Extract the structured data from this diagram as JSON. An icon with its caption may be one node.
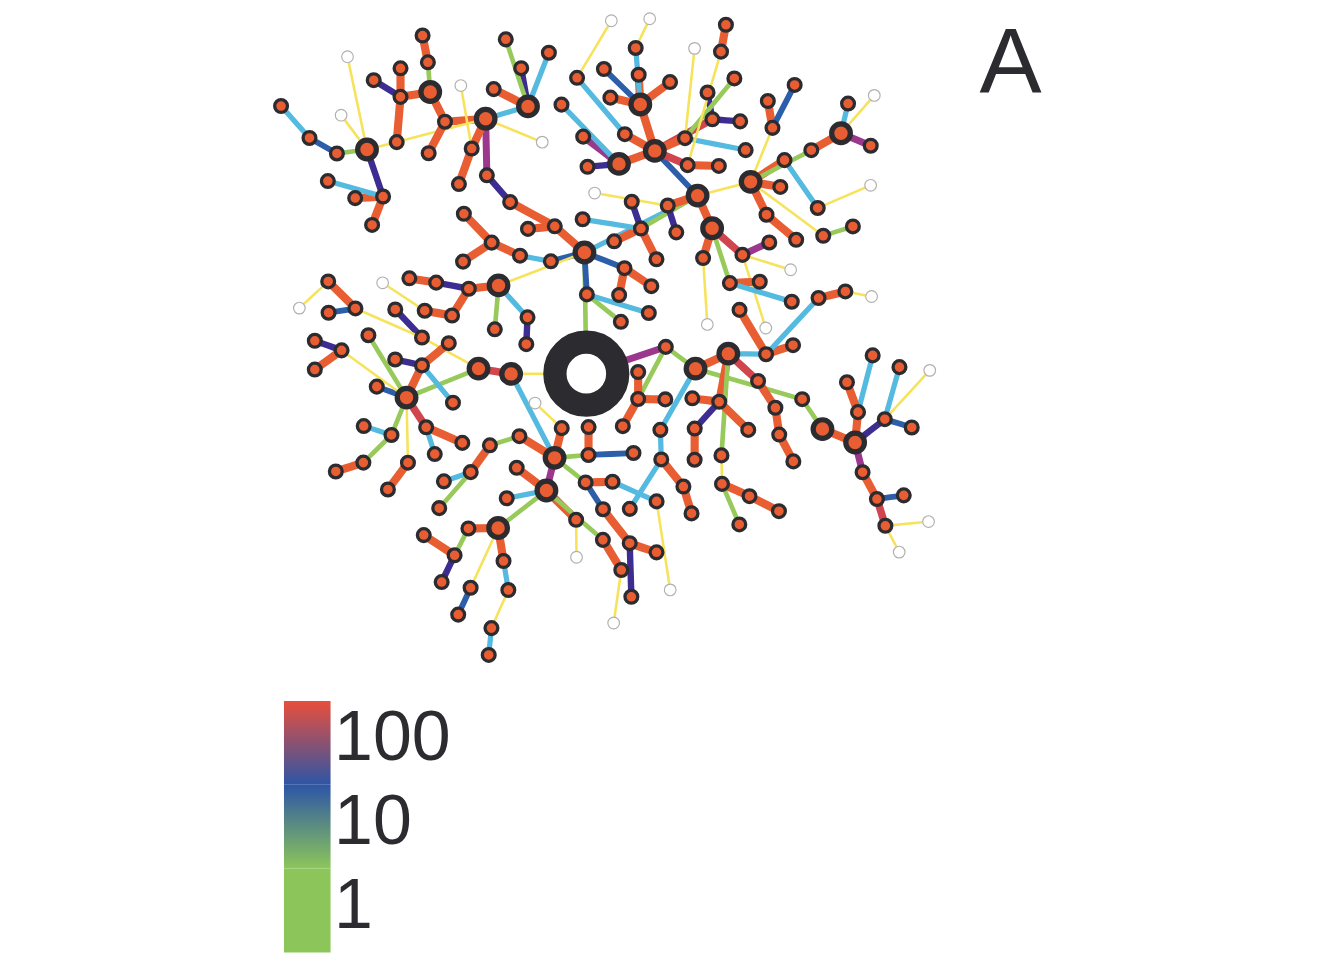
{
  "diagram": {
    "nodes": [
      {
        "text": [],
        "shape": "circle"
      },
      {
        "text": [],
        "shape": "circle"
      },
      {
        "text": [],
        "shape": "circle"
      },
      {
        "text": [],
        "shape": "circle"
      },
      {
        "text": [],
        "shape": "circle"
      },
      {
        "text": [],
        "shape": "circle"
      },
      {
        "text": [],
        "shape": "circle"
      },
      {
        "text": [],
        "shape": "circle"
      },
      {
        "text": [],
        "shape": "circle"
      },
      {
        "text": [],
        "shape": "circle"
      },
      {
        "text": [],
        "shape": "circle"
      },
      {
        "text": [],
        "shape": "circle"
      },
      {
        "text": [],
        "shape": "circle"
      },
      {
        "text": [],
        "shape": "circle"
      },
      {
        "text": [],
        "shape": "circle"
      },
      {
        "text": [],
        "shape": "circle"
      },
      {
        "text": [],
        "shape": "circle"
      },
      {
        "text": [],
        "shape": "circle"
      },
      {
        "text": [],
        "shape": "circle"
      },
      {
        "text": [],
        "shape": "circle"
      },
      {
        "text": [],
        "shape": "circle"
      },
      {
        "text": [],
        "shape": "circle"
      },
      {
        "text": [],
        "shape": "circle"
      },
      {
        "text": [],
        "shape": "circle"
      },
      {
        "text": [],
        "shape": "circle"
      },
      {
        "text": [],
        "shape": "circle"
      },
      {
        "text": [],
        "shape": "circle"
      },
      {
        "text": [],
        "shape": "circle"
      },
      {
        "text": [],
        "shape": "circle"
      },
      {
        "text": [],
        "shape": "circle"
      },
      {
        "text": [],
        "shape": "circle"
      },
      {
        "text": [],
        "shape": "circle"
      },
      {
        "text": [],
        "shape": "circle"
      },
      {
        "text": [],
        "shape": "circle"
      },
      {
        "text": [],
        "shape": "circle"
      },
      {
        "text": [],
        "shape": "circle"
      },
      {
        "text": [],
        "shape": "circle"
      },
      {
        "text": [],
        "shape": "circle"
      },
      {
        "text": [],
        "shape": "circle"
      },
      {
        "text": [],
        "shape": "circle"
      },
      {
        "text": [],
        "shape": "circle"
      },
      {
        "text": [],
        "shape": "circle"
      },
      {
        "text": [],
        "shape": "circle"
      },
      {
        "text": [],
        "shape": "circle"
      },
      {
        "text": [],
        "shape": "circle"
      },
      {
        "text": [],
        "shape": "circle"
      },
      {
        "text": [],
        "shape": "circle"
      },
      {
        "text": [],
        "shape": "circle"
      },
      {
        "text": [],
        "shape": "circle"
      },
      {
        "text": [],
        "shape": "circle"
      },
      {
        "text": [],
        "shape": "circle"
      },
      {
        "text": [],
        "shape": "circle"
      },
      {
        "text": [],
        "shape": "circle"
      },
      {
        "text": [],
        "shape": "circle"
      },
      {
        "text": [],
        "shape": "circle"
      },
      {
        "text": [],
        "shape": "circle"
      },
      {
        "text": [],
        "shape": "circle"
      },
      {
        "text": [],
        "shape": "circle"
      },
      {
        "text": [],
        "shape": "circle"
      },
      {
        "text": [],
        "shape": "circle"
      },
      {
        "text": [],
        "shape": "circle"
      },
      {
        "text": [],
        "shape": "circle"
      },
      {
        "text": [],
        "shape": "circle"
      },
      {
        "text": [],
        "shape": "circle"
      },
      {
        "text": [],
        "shape": "circle"
      },
      {
        "text": [],
        "shape": "circle"
      },
      {
        "text": [],
        "shape": "circle"
      },
      {
        "text": [],
        "shape": "circle"
      },
      {
        "text": [],
        "shape": "circle"
      },
      {
        "text": [],
        "shape": "circle"
      },
      {
        "text": [],
        "shape": "circle"
      },
      {
        "text": [],
        "shape": "circle"
      },
      {
        "text": [],
        "shape": "circle"
      },
      {
        "text": [],
        "shape": "circle"
      },
      {
        "text": [],
        "shape": "circle"
      },
      {
        "text": [],
        "shape": "circle"
      },
      {
        "text": [],
        "shape": "circle"
      },
      {
        "text": [],
        "shape": "circle"
      },
      {
        "text": [],
        "shape": "circle"
      },
      {
        "text": [],
        "shape": "circle"
      },
      {
        "text": [],
        "shape": "circle"
      },
      {
        "text": [],
        "shape": "circle"
      },
      {
        "text": [],
        "shape": "circle"
      },
      {
        "text": [],
        "shape": "circle"
      },
      {
        "text": [],
        "shape": "circle"
      },
      {
        "text": [],
        "shape": "circle"
      },
      {
        "text": [],
        "shape": "circle"
      },
      {
        "text": [],
        "shape": "circle"
      },
      {
        "text": [],
        "shape": "circle"
      },
      {
        "text": [],
        "shape": "circle"
      },
      {
        "text": [],
        "shape": "circle"
      },
      {
        "text": [],
        "shape": "circle"
      },
      {
        "text": [],
        "shape": "circle"
      },
      {
        "text": [],
        "shape": "circle"
      },
      {
        "text": [],
        "shape": "circle"
      },
      {
        "text": [],
        "shape": "circle"
      },
      {
        "text": [],
        "shape": "circle"
      },
      {
        "text": [],
        "shape": "circle"
      },
      {
        "text": [],
        "shape": "circle"
      },
      {
        "text": [],
        "shape": "circle"
      },
      {
        "text": [],
        "shape": "circle"
      },
      {
        "text": [],
        "shape": "circle"
      },
      {
        "text": [],
        "shape": "circle"
      },
      {
        "text": [],
        "shape": "circle"
      },
      {
        "text": [],
        "shape": "circle"
      },
      {
        "text": [],
        "shape": "circle"
      },
      {
        "text": [],
        "shape": "circle"
      },
      {
        "text": [],
        "shape": "circle"
      },
      {
        "text": [],
        "shape": "circle"
      },
      {
        "text": [],
        "shape": "circle"
      },
      {
        "text": [],
        "shape": "circle"
      },
      {
        "text": [],
        "shape": "circle"
      },
      {
        "text": [],
        "shape": "circle"
      },
      {
        "text": [],
        "shape": "circle"
      },
      {
        "text": [],
        "shape": "circle"
      },
      {
        "text": [],
        "shape": "circle"
      },
      {
        "text": [],
        "shape": "circle"
      },
      {
        "text": [],
        "shape": "circle"
      },
      {
        "text": [],
        "shape": "circle"
      },
      {
        "text": [],
        "shape": "circle"
      },
      {
        "text": [],
        "shape": "circle"
      },
      {
        "text": [],
        "shape": "circle"
      },
      {
        "text": [],
        "shape": "circle"
      },
      {
        "text": [],
        "shape": "circle"
      },
      {
        "text": [],
        "shape": "circle"
      },
      {
        "text": [],
        "shape": "circle"
      },
      {
        "text": [],
        "shape": "circle"
      },
      {
        "text": [],
        "shape": "circle"
      },
      {
        "text": [],
        "shape": "circle"
      },
      {
        "text": [],
        "shape": "circle"
      },
      {
        "text": [],
        "shape": "circle"
      },
      {
        "text": [],
        "shape": "circle"
      },
      {
        "text": [],
        "shape": "circle"
      },
      {
        "text": [],
        "shape": "circle"
      },
      {
        "text": [],
        "shape": "circle"
      },
      {
        "text": [],
        "shape": "circle"
      },
      {
        "text": [],
        "shape": "circle"
      },
      {
        "text": [],
        "shape": "circle"
      },
      {
        "text": [],
        "shape": "circle"
      },
      {
        "text": [],
        "shape": "circle"
      },
      {
        "text": [],
        "shape": "circle"
      },
      {
        "text": [],
        "shape": "circle"
      },
      {
        "text": [],
        "shape": "circle"
      },
      {
        "text": [],
        "shape": "circle"
      },
      {
        "text": [],
        "shape": "circle"
      },
      {
        "text": [],
        "shape": "circle"
      },
      {
        "text": [],
        "shape": "circle"
      },
      {
        "text": [],
        "shape": "circle"
      },
      {
        "text": [],
        "shape": "circle"
      },
      {
        "text": [],
        "shape": "circle"
      },
      {
        "text": [],
        "shape": "circle"
      },
      {
        "text": [],
        "shape": "circle"
      },
      {
        "text": [],
        "shape": "circle"
      },
      {
        "text": [],
        "shape": "circle"
      },
      {
        "text": [],
        "shape": "circle"
      },
      {
        "text": [],
        "shape": "circle"
      },
      {
        "text": [],
        "shape": "circle"
      },
      {
        "text": [],
        "shape": "circle"
      },
      {
        "text": [],
        "shape": "circle"
      },
      {
        "text": [],
        "shape": "circle"
      },
      {
        "text": [],
        "shape": "circle"
      },
      {
        "text": [],
        "shape": "circle"
      },
      {
        "text": [],
        "shape": "circle"
      },
      {
        "text": [],
        "shape": "circle"
      },
      {
        "text": [],
        "shape": "circle"
      },
      {
        "text": [],
        "shape": "circle"
      },
      {
        "text": [],
        "shape": "circle"
      },
      {
        "text": [],
        "shape": "circle"
      },
      {
        "text": [],
        "shape": "circle"
      },
      {
        "text": [],
        "shape": "circle"
      },
      {
        "text": [],
        "shape": "circle"
      },
      {
        "text": [],
        "shape": "circle"
      },
      {
        "text": [],
        "shape": "circle"
      },
      {
        "text": [],
        "shape": "circle"
      },
      {
        "text": [],
        "shape": "circle"
      },
      {
        "text": [],
        "shape": "circle"
      },
      {
        "text": [],
        "shape": "circle"
      },
      {
        "text": [],
        "shape": "circle"
      },
      {
        "text": [],
        "shape": "circle"
      },
      {
        "text": [],
        "shape": "circle"
      },
      {
        "text": [],
        "shape": "circle"
      },
      {
        "text": [],
        "shape": "circle"
      },
      {
        "text": [],
        "shape": "circle"
      },
      {
        "text": [],
        "shape": "circle"
      },
      {
        "text": [],
        "shape": "circle"
      },
      {
        "text": [],
        "shape": "circle"
      },
      {
        "text": [],
        "shape": "circle"
      },
      {
        "text": [],
        "shape": "circle"
      },
      {
        "text": [],
        "shape": "circle"
      },
      {
        "text": [],
        "shape": "circle"
      },
      {
        "text": [],
        "shape": "circle"
      },
      {
        "text": [],
        "shape": "circle"
      },
      {
        "text": [],
        "shape": "circle"
      },
      {
        "text": [],
        "shape": "circle"
      },
      {
        "text": [],
        "shape": "circle"
      },
      {
        "text": [],
        "shape": "circle"
      },
      {
        "text": [],
        "shape": "circle"
      },
      {
        "text": [],
        "shape": "circle"
      },
      {
        "text": [],
        "shape": "circle"
      },
      {
        "text": [],
        "shape": "circle"
      },
      {
        "text": [],
        "shape": "circle"
      },
      {
        "text": [],
        "shape": "circle"
      },
      {
        "text": [],
        "shape": "circle"
      },
      {
        "text": [],
        "shape": "circle"
      },
      {
        "text": [],
        "shape": "circle"
      },
      {
        "text": [],
        "shape": "circle"
      },
      {
        "text": [],
        "shape": "circle"
      },
      {
        "text": [],
        "shape": "circle"
      },
      {
        "text": [],
        "shape": "circle"
      },
      {
        "text": [],
        "shape": "circle"
      },
      {
        "text": [],
        "shape": "circle"
      },
      {
        "text": [],
        "shape": "circle"
      },
      {
        "text": [],
        "shape": "circle"
      },
      {
        "text": [],
        "shape": "circle"
      },
      {
        "text": [],
        "shape": "circle"
      },
      {
        "text": [],
        "shape": "circle"
      },
      {
        "text": [],
        "shape": "circle"
      },
      {
        "text": [],
        "shape": "circle"
      },
      {
        "text": [],
        "shape": "circle"
      },
      {
        "text": [],
        "shape": "circle"
      },
      {
        "text": [],
        "shape": "circle"
      },
      {
        "text": [],
        "shape": "circle"
      },
      {
        "text": [],
        "shape": "circle"
      },
      {
        "text": [],
        "shape": "circle"
      },
      {
        "text": [],
        "shape": "circle"
      },
      {
        "text": [],
        "shape": "circle"
      },
      {
        "text": [],
        "shape": "circle"
      },
      {
        "text": [],
        "shape": "circle"
      },
      {
        "text": [],
        "shape": "circle"
      },
      {
        "text": [],
        "shape": "circle"
      },
      {
        "text": [],
        "shape": "circle"
      }
    ],
    "edges": [
      {
        "from": 0,
        "to": 1,
        "arrow": "none",
        "color": "#9b378d"
      },
      {
        "from": 1,
        "to": 2,
        "arrow": "none",
        "color": "#98c95b"
      },
      {
        "from": 2,
        "to": 3,
        "arrow": "none"
      },
      {
        "from": 2,
        "to": 4,
        "arrow": "none"
      },
      {
        "from": 2,
        "to": 5,
        "arrow": "none"
      },
      {
        "from": 1,
        "to": 6,
        "arrow": "none",
        "color": "#98c95b"
      },
      {
        "from": 6,
        "to": 7,
        "arrow": "none"
      },
      {
        "from": 7,
        "to": 8,
        "arrow": "none"
      },
      {
        "from": 8,
        "to": 9,
        "arrow": "none",
        "color": "#3d2c92"
      },
      {
        "from": 9,
        "to": 10,
        "arrow": "none"
      },
      {
        "from": 8,
        "to": 11,
        "arrow": "none"
      },
      {
        "from": 8,
        "to": 12,
        "arrow": "none"
      },
      {
        "from": 7,
        "to": 13,
        "arrow": "none",
        "color": "#d1464d"
      },
      {
        "from": 13,
        "to": 14,
        "arrow": "none"
      },
      {
        "from": 14,
        "to": 15,
        "arrow": "none"
      },
      {
        "from": 15,
        "to": 16,
        "arrow": "none"
      },
      {
        "from": 7,
        "to": 17,
        "arrow": "none",
        "color": "#54badf"
      },
      {
        "from": 17,
        "to": 18,
        "arrow": "none"
      },
      {
        "from": 17,
        "to": 19,
        "arrow": "none"
      },
      {
        "from": 17,
        "to": 20,
        "arrow": "none",
        "color": "#54badf"
      },
      {
        "from": 20,
        "to": 21,
        "arrow": "none"
      },
      {
        "from": 21,
        "to": 22,
        "arrow": "none",
        "color": "#f6e35b"
      },
      {
        "from": 7,
        "to": 23,
        "arrow": "none",
        "color": "#98c95b"
      },
      {
        "from": 23,
        "to": 24,
        "arrow": "none",
        "color": "#f6e35b"
      },
      {
        "from": 24,
        "to": 25,
        "arrow": "none",
        "color": "#98c95b"
      },
      {
        "from": 24,
        "to": 26,
        "arrow": "none"
      },
      {
        "from": 26,
        "to": 27,
        "arrow": "none"
      },
      {
        "from": 6,
        "to": 28,
        "arrow": "none",
        "color": "#54badf"
      },
      {
        "from": 28,
        "to": 29,
        "arrow": "none",
        "color": "#54badf"
      },
      {
        "from": 29,
        "to": 30,
        "arrow": "none"
      },
      {
        "from": 30,
        "to": 31,
        "arrow": "none"
      },
      {
        "from": 29,
        "to": 32,
        "arrow": "none",
        "color": "#54badf"
      },
      {
        "from": 6,
        "to": 33,
        "arrow": "none",
        "color": "#98c95b"
      },
      {
        "from": 33,
        "to": 34,
        "arrow": "none",
        "color": "#98c95b"
      },
      {
        "from": 34,
        "to": 35,
        "arrow": "none"
      },
      {
        "from": 35,
        "to": 36,
        "arrow": "none",
        "color": "#3d2c92"
      },
      {
        "from": 36,
        "to": 37,
        "arrow": "none",
        "color": "#2c5ea9"
      },
      {
        "from": 36,
        "to": 38,
        "arrow": "none",
        "color": "#54badf"
      },
      {
        "from": 36,
        "to": 39,
        "arrow": "none",
        "color": "#f6e35b"
      },
      {
        "from": 35,
        "to": 40,
        "arrow": "none"
      },
      {
        "from": 40,
        "to": 41,
        "arrow": "none",
        "color": "#54badf"
      },
      {
        "from": 40,
        "to": 42,
        "arrow": "none"
      },
      {
        "from": 35,
        "to": 43,
        "arrow": "none",
        "color": "#9b378d"
      },
      {
        "from": 43,
        "to": 44,
        "arrow": "none"
      },
      {
        "from": 44,
        "to": 45,
        "arrow": "none",
        "color": "#d1464d"
      },
      {
        "from": 44,
        "to": 46,
        "arrow": "none",
        "color": "#2c5ea9"
      },
      {
        "from": 45,
        "to": 47,
        "arrow": "none",
        "color": "#f6e35b"
      },
      {
        "from": 45,
        "to": 48,
        "arrow": "none",
        "color": "#f6e35b"
      },
      {
        "from": 0,
        "to": 49,
        "arrow": "none",
        "color": "#98c95b"
      },
      {
        "from": 49,
        "to": 50,
        "arrow": "none"
      },
      {
        "from": 50,
        "to": 51,
        "arrow": "none"
      },
      {
        "from": 50,
        "to": 52,
        "arrow": "none"
      },
      {
        "from": 51,
        "to": 53,
        "arrow": "none",
        "color": "#3d2c92"
      },
      {
        "from": 53,
        "to": 54,
        "arrow": "none",
        "color": "#9b378d"
      },
      {
        "from": 54,
        "to": 55,
        "arrow": "none"
      },
      {
        "from": 55,
        "to": 56,
        "arrow": "none"
      },
      {
        "from": 55,
        "to": 57,
        "arrow": "none"
      },
      {
        "from": 57,
        "to": 58,
        "arrow": "none"
      },
      {
        "from": 58,
        "to": 59,
        "arrow": "none",
        "color": "#3d2c92"
      },
      {
        "from": 58,
        "to": 60,
        "arrow": "none"
      },
      {
        "from": 58,
        "to": 61,
        "arrow": "none"
      },
      {
        "from": 57,
        "to": 62,
        "arrow": "none",
        "color": "#98c95b"
      },
      {
        "from": 62,
        "to": 63,
        "arrow": "none"
      },
      {
        "from": 54,
        "to": 64,
        "arrow": "none",
        "color": "#54badf"
      },
      {
        "from": 64,
        "to": 65,
        "arrow": "none"
      },
      {
        "from": 64,
        "to": 66,
        "arrow": "none",
        "color": "#3d2c92"
      },
      {
        "from": 64,
        "to": 67,
        "arrow": "none",
        "color": "#98c95b"
      },
      {
        "from": 64,
        "to": 68,
        "arrow": "none",
        "color": "#54badf"
      },
      {
        "from": 54,
        "to": 69,
        "arrow": "none"
      },
      {
        "from": 69,
        "to": 70,
        "arrow": "none"
      },
      {
        "from": 69,
        "to": 71,
        "arrow": "none",
        "color": "#f6e35b"
      },
      {
        "from": 54,
        "to": 72,
        "arrow": "none",
        "color": "#f6e35b"
      },
      {
        "from": 72,
        "to": 73,
        "arrow": "none",
        "color": "#3d2c92"
      },
      {
        "from": 73,
        "to": 74,
        "arrow": "none"
      },
      {
        "from": 73,
        "to": 75,
        "arrow": "none"
      },
      {
        "from": 73,
        "to": 76,
        "arrow": "none",
        "color": "#54badf"
      },
      {
        "from": 72,
        "to": 77,
        "arrow": "none",
        "color": "#98c95b"
      },
      {
        "from": 77,
        "to": 78,
        "arrow": "none",
        "color": "#2c5ea9"
      },
      {
        "from": 78,
        "to": 79,
        "arrow": "none",
        "color": "#54badf"
      },
      {
        "from": 72,
        "to": 80,
        "arrow": "none",
        "color": "#f6e35b"
      },
      {
        "from": 72,
        "to": 81,
        "arrow": "none",
        "color": "#f6e35b"
      },
      {
        "from": 54,
        "to": 82,
        "arrow": "none",
        "color": "#f6e35b"
      },
      {
        "from": 49,
        "to": 83,
        "arrow": "none",
        "color": "#2c5ea9"
      },
      {
        "from": 83,
        "to": 84,
        "arrow": "none",
        "color": "#54badf"
      },
      {
        "from": 84,
        "to": 85,
        "arrow": "none"
      },
      {
        "from": 85,
        "to": 86,
        "arrow": "none"
      },
      {
        "from": 85,
        "to": 87,
        "arrow": "none"
      },
      {
        "from": 49,
        "to": 88,
        "arrow": "none",
        "color": "#2c5ea9"
      },
      {
        "from": 88,
        "to": 89,
        "arrow": "none"
      },
      {
        "from": 88,
        "to": 90,
        "arrow": "none"
      },
      {
        "from": 49,
        "to": 91,
        "arrow": "none",
        "color": "#2c5ea9"
      },
      {
        "from": 91,
        "to": 92,
        "arrow": "none",
        "color": "#98c95b"
      },
      {
        "from": 91,
        "to": 93,
        "arrow": "none",
        "color": "#54badf"
      },
      {
        "from": 49,
        "to": 94,
        "arrow": "none",
        "color": "#f6e35b"
      },
      {
        "from": 94,
        "to": 95,
        "arrow": "none",
        "color": "#98c95b"
      },
      {
        "from": 94,
        "to": 96,
        "arrow": "none",
        "color": "#54badf"
      },
      {
        "from": 96,
        "to": 97,
        "arrow": "none",
        "color": "#3d2c92"
      },
      {
        "from": 94,
        "to": 98,
        "arrow": "none"
      },
      {
        "from": 98,
        "to": 99,
        "arrow": "none"
      },
      {
        "from": 99,
        "to": 100,
        "arrow": "none"
      },
      {
        "from": 98,
        "to": 101,
        "arrow": "none",
        "color": "#3d2c92"
      },
      {
        "from": 101,
        "to": 102,
        "arrow": "none"
      },
      {
        "from": 100,
        "to": 103,
        "arrow": "none",
        "color": "#f6e35b"
      },
      {
        "from": 49,
        "to": 104,
        "arrow": "none",
        "color": "#54badf"
      },
      {
        "from": 104,
        "to": 105,
        "arrow": "none",
        "color": "#2c5ea9"
      },
      {
        "from": 105,
        "to": 106,
        "arrow": "none"
      },
      {
        "from": 106,
        "to": 107,
        "arrow": "none"
      },
      {
        "from": 106,
        "to": 108,
        "arrow": "none"
      },
      {
        "from": 106,
        "to": 109,
        "arrow": "none",
        "color": "#2c5ea9"
      },
      {
        "from": 106,
        "to": 110,
        "arrow": "none",
        "color": "#54badf"
      },
      {
        "from": 110,
        "to": 111,
        "arrow": "none",
        "color": "#f6e35b"
      },
      {
        "from": 106,
        "to": 112,
        "arrow": "none"
      },
      {
        "from": 105,
        "to": 113,
        "arrow": "none"
      },
      {
        "from": 113,
        "to": 114,
        "arrow": "none",
        "color": "#3d2c92"
      },
      {
        "from": 113,
        "to": 115,
        "arrow": "none",
        "color": "#9b378d"
      },
      {
        "from": 113,
        "to": 116,
        "arrow": "none",
        "color": "#54badf"
      },
      {
        "from": 105,
        "to": 117,
        "arrow": "none",
        "color": "#d1464d"
      },
      {
        "from": 117,
        "to": 118,
        "arrow": "none",
        "color": "#3d2c92"
      },
      {
        "from": 117,
        "to": 119,
        "arrow": "none",
        "color": "#3d2c92"
      },
      {
        "from": 105,
        "to": 120,
        "arrow": "none"
      },
      {
        "from": 120,
        "to": 121,
        "arrow": "none",
        "color": "#54badf"
      },
      {
        "from": 120,
        "to": 122,
        "arrow": "none",
        "color": "#f6e35b"
      },
      {
        "from": 120,
        "to": 123,
        "arrow": "none",
        "color": "#98c95b"
      },
      {
        "from": 105,
        "to": 124,
        "arrow": "none",
        "color": "#d1464d"
      },
      {
        "from": 124,
        "to": 125,
        "arrow": "none"
      },
      {
        "from": 124,
        "to": 126,
        "arrow": "none",
        "color": "#f6e35b"
      },
      {
        "from": 126,
        "to": 127,
        "arrow": "none"
      },
      {
        "from": 105,
        "to": 128,
        "arrow": "none"
      },
      {
        "from": 128,
        "to": 129,
        "arrow": "none",
        "color": "#54badf"
      },
      {
        "from": 129,
        "to": 130,
        "arrow": "none",
        "color": "#f6e35b"
      },
      {
        "from": 104,
        "to": 131,
        "arrow": "none",
        "color": "#98c95b"
      },
      {
        "from": 131,
        "to": 132,
        "arrow": "none"
      },
      {
        "from": 131,
        "to": 133,
        "arrow": "none",
        "color": "#3d2c92"
      },
      {
        "from": 131,
        "to": 134,
        "arrow": "none"
      },
      {
        "from": 131,
        "to": 135,
        "arrow": "none",
        "color": "#54badf"
      },
      {
        "from": 104,
        "to": 136,
        "arrow": "none"
      },
      {
        "from": 136,
        "to": 137,
        "arrow": "none",
        "color": "#d1464d"
      },
      {
        "from": 137,
        "to": 138,
        "arrow": "none",
        "color": "#9b378d"
      },
      {
        "from": 137,
        "to": 139,
        "arrow": "none",
        "color": "#f6e35b"
      },
      {
        "from": 137,
        "to": 140,
        "arrow": "none",
        "color": "#f6e35b"
      },
      {
        "from": 136,
        "to": 141,
        "arrow": "none"
      },
      {
        "from": 141,
        "to": 142,
        "arrow": "none",
        "color": "#f6e35b"
      },
      {
        "from": 136,
        "to": 143,
        "arrow": "none",
        "color": "#98c95b"
      },
      {
        "from": 143,
        "to": 144,
        "arrow": "none"
      },
      {
        "from": 143,
        "to": 145,
        "arrow": "none",
        "color": "#54badf"
      },
      {
        "from": 104,
        "to": 146,
        "arrow": "none"
      },
      {
        "from": 146,
        "to": 147,
        "arrow": "none",
        "color": "#3d2c92"
      },
      {
        "from": 146,
        "to": 148,
        "arrow": "none",
        "color": "#f6e35b"
      },
      {
        "from": 104,
        "to": 149,
        "arrow": "none",
        "color": "#f6e35b"
      },
      {
        "from": 149,
        "to": 150,
        "arrow": "none"
      },
      {
        "from": 150,
        "to": 151,
        "arrow": "none",
        "color": "#54badf"
      },
      {
        "from": 151,
        "to": 152,
        "arrow": "none",
        "color": "#f6e35b"
      },
      {
        "from": 149,
        "to": 153,
        "arrow": "none"
      },
      {
        "from": 149,
        "to": 154,
        "arrow": "none",
        "color": "#98c95b"
      },
      {
        "from": 154,
        "to": 155,
        "arrow": "none"
      },
      {
        "from": 155,
        "to": 156,
        "arrow": "none",
        "color": "#54badf"
      },
      {
        "from": 155,
        "to": 157,
        "arrow": "none",
        "color": "#9b378d"
      },
      {
        "from": 155,
        "to": 158,
        "arrow": "none",
        "color": "#f6e35b"
      },
      {
        "from": 149,
        "to": 159,
        "arrow": "none"
      },
      {
        "from": 159,
        "to": 160,
        "arrow": "none"
      },
      {
        "from": 149,
        "to": 161,
        "arrow": "none",
        "color": "#f6e35b"
      },
      {
        "from": 161,
        "to": 162,
        "arrow": "none",
        "color": "#98c95b"
      },
      {
        "from": 149,
        "to": 163,
        "arrow": "none",
        "color": "#f6e35b"
      },
      {
        "from": 163,
        "to": 164,
        "arrow": "none"
      },
      {
        "from": 163,
        "to": 165,
        "arrow": "none",
        "color": "#2c5ea9"
      },
      {
        "from": 0,
        "to": 166,
        "arrow": "none",
        "color": "#f6e35b"
      },
      {
        "from": 166,
        "to": 167,
        "arrow": "none",
        "color": "#54badf"
      },
      {
        "from": 167,
        "to": 168,
        "arrow": "none"
      },
      {
        "from": 168,
        "to": 169,
        "arrow": "none",
        "color": "#98c95b"
      },
      {
        "from": 169,
        "to": 170,
        "arrow": "none"
      },
      {
        "from": 170,
        "to": 171,
        "arrow": "none",
        "color": "#54badf"
      },
      {
        "from": 170,
        "to": 172,
        "arrow": "none",
        "color": "#98c95b"
      },
      {
        "from": 167,
        "to": 173,
        "arrow": "none"
      },
      {
        "from": 173,
        "to": 174,
        "arrow": "none",
        "color": "#f6e35b"
      },
      {
        "from": 167,
        "to": 175,
        "arrow": "none",
        "color": "#98c95b"
      },
      {
        "from": 175,
        "to": 176,
        "arrow": "none",
        "color": "#2c5ea9"
      },
      {
        "from": 176,
        "to": 177,
        "arrow": "none"
      },
      {
        "from": 177,
        "to": 178,
        "arrow": "none",
        "color": "#3d2c92"
      },
      {
        "from": 177,
        "to": 179,
        "arrow": "none"
      },
      {
        "from": 175,
        "to": 180,
        "arrow": "none"
      },
      {
        "from": 180,
        "to": 181,
        "arrow": "none",
        "color": "#54badf"
      },
      {
        "from": 181,
        "to": 182,
        "arrow": "none",
        "color": "#f6e35b"
      },
      {
        "from": 167,
        "to": 183,
        "arrow": "none",
        "color": "#98c95b"
      },
      {
        "from": 183,
        "to": 184,
        "arrow": "none"
      },
      {
        "from": 183,
        "to": 185,
        "arrow": "none",
        "color": "#2c5ea9"
      },
      {
        "from": 167,
        "to": 186,
        "arrow": "none",
        "color": "#9b378d"
      },
      {
        "from": 186,
        "to": 187,
        "arrow": "none"
      },
      {
        "from": 186,
        "to": 188,
        "arrow": "none"
      },
      {
        "from": 186,
        "to": 189,
        "arrow": "none",
        "color": "#54badf"
      },
      {
        "from": 187,
        "to": 190,
        "arrow": "none",
        "color": "#f6e35b"
      },
      {
        "from": 166,
        "to": 191,
        "arrow": "none",
        "color": "#d1464d"
      },
      {
        "from": 191,
        "to": 192,
        "arrow": "none",
        "color": "#98c95b"
      },
      {
        "from": 192,
        "to": 193,
        "arrow": "none",
        "color": "#d1464d"
      },
      {
        "from": 193,
        "to": 194,
        "arrow": "none"
      },
      {
        "from": 193,
        "to": 195,
        "arrow": "none",
        "color": "#54badf"
      },
      {
        "from": 192,
        "to": 196,
        "arrow": "none",
        "color": "#98c95b"
      },
      {
        "from": 196,
        "to": 197,
        "arrow": "none",
        "color": "#98c95b"
      },
      {
        "from": 197,
        "to": 198,
        "arrow": "none"
      },
      {
        "from": 196,
        "to": 199,
        "arrow": "none",
        "color": "#54badf"
      },
      {
        "from": 192,
        "to": 200,
        "arrow": "none"
      },
      {
        "from": 200,
        "to": 201,
        "arrow": "none"
      },
      {
        "from": 200,
        "to": 202,
        "arrow": "none",
        "color": "#3d2c92"
      },
      {
        "from": 200,
        "to": 203,
        "arrow": "none",
        "color": "#54badf"
      },
      {
        "from": 192,
        "to": 204,
        "arrow": "none",
        "color": "#2c5ea9"
      },
      {
        "from": 192,
        "to": 205,
        "arrow": "none",
        "color": "#98c95b"
      },
      {
        "from": 192,
        "to": 206,
        "arrow": "none",
        "color": "#f6e35b"
      },
      {
        "from": 206,
        "to": 207,
        "arrow": "none"
      },
      {
        "from": 192,
        "to": 208,
        "arrow": "none",
        "color": "#f6e35b"
      },
      {
        "from": 208,
        "to": 209,
        "arrow": "none"
      },
      {
        "from": 208,
        "to": 210,
        "arrow": "none",
        "color": "#3d2c92"
      },
      {
        "from": 191,
        "to": 211,
        "arrow": "none",
        "color": "#f6e35b"
      },
      {
        "from": 211,
        "to": 212,
        "arrow": "none",
        "color": "#3d2c92"
      },
      {
        "from": 211,
        "to": 213,
        "arrow": "none",
        "color": "#f6e35b"
      },
      {
        "from": 213,
        "to": 214,
        "arrow": "none"
      },
      {
        "from": 213,
        "to": 215,
        "arrow": "none",
        "color": "#2c5ea9"
      },
      {
        "from": 214,
        "to": 216,
        "arrow": "none",
        "color": "#f6e35b"
      },
      {
        "from": 186,
        "to": 217,
        "arrow": "none",
        "color": "#98c95b"
      },
      {
        "from": 217,
        "to": 218,
        "arrow": "none"
      },
      {
        "from": 218,
        "to": 219,
        "arrow": "none",
        "color": "#98c95b"
      },
      {
        "from": 219,
        "to": 220,
        "arrow": "none",
        "color": "#3d2c92"
      },
      {
        "from": 219,
        "to": 221,
        "arrow": "none"
      },
      {
        "from": 217,
        "to": 222,
        "arrow": "none"
      },
      {
        "from": 222,
        "to": 223,
        "arrow": "none",
        "color": "#54badf"
      },
      {
        "from": 223,
        "to": 224,
        "arrow": "none",
        "color": "#f6e35b"
      },
      {
        "from": 224,
        "to": 225,
        "arrow": "none",
        "color": "#54badf"
      },
      {
        "from": 217,
        "to": 226,
        "arrow": "none",
        "color": "#f6e35b"
      },
      {
        "from": 226,
        "to": 227,
        "arrow": "none",
        "color": "#2c5ea9"
      },
      {
        "from": 186,
        "to": 228,
        "arrow": "none",
        "color": "#98c95b"
      },
      {
        "from": 228,
        "to": 229,
        "arrow": "none"
      },
      {
        "from": 229,
        "to": 230,
        "arrow": "none",
        "color": "#f6e35b"
      }
    ],
    "labels": [
      "A"
    ],
    "legend": [
      {
        "text": "100",
        "color": "#e84f3c"
      },
      {
        "text": "10",
        "color": "#2d55a6"
      },
      {
        "text": "1",
        "color": "#8cc65a"
      }
    ]
  }
}
